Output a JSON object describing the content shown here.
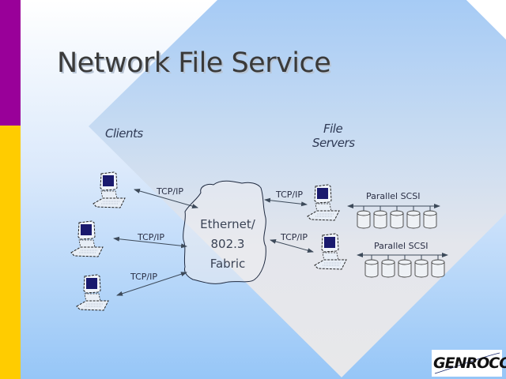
{
  "slide": {
    "title": "Network File Service",
    "accent_colors": {
      "purple": "#990099",
      "yellow": "#ffcc00"
    }
  },
  "diagram": {
    "clients_label": "Clients",
    "servers_label_line1": "File",
    "servers_label_line2": "Servers",
    "fabric": {
      "line1": "Ethernet/",
      "line2": "802.3",
      "line3": "Fabric"
    },
    "client_links": [
      {
        "label": "TCP/IP"
      },
      {
        "label": "TCP/IP"
      },
      {
        "label": "TCP/IP"
      }
    ],
    "server_links": [
      {
        "label": "TCP/IP"
      },
      {
        "label": "TCP/IP"
      }
    ],
    "storage_buses": [
      {
        "label": "Parallel SCSI",
        "disk_count": 5
      },
      {
        "label": "Parallel SCSI",
        "disk_count": 5
      }
    ]
  },
  "logo": {
    "text": "GENROCO"
  }
}
